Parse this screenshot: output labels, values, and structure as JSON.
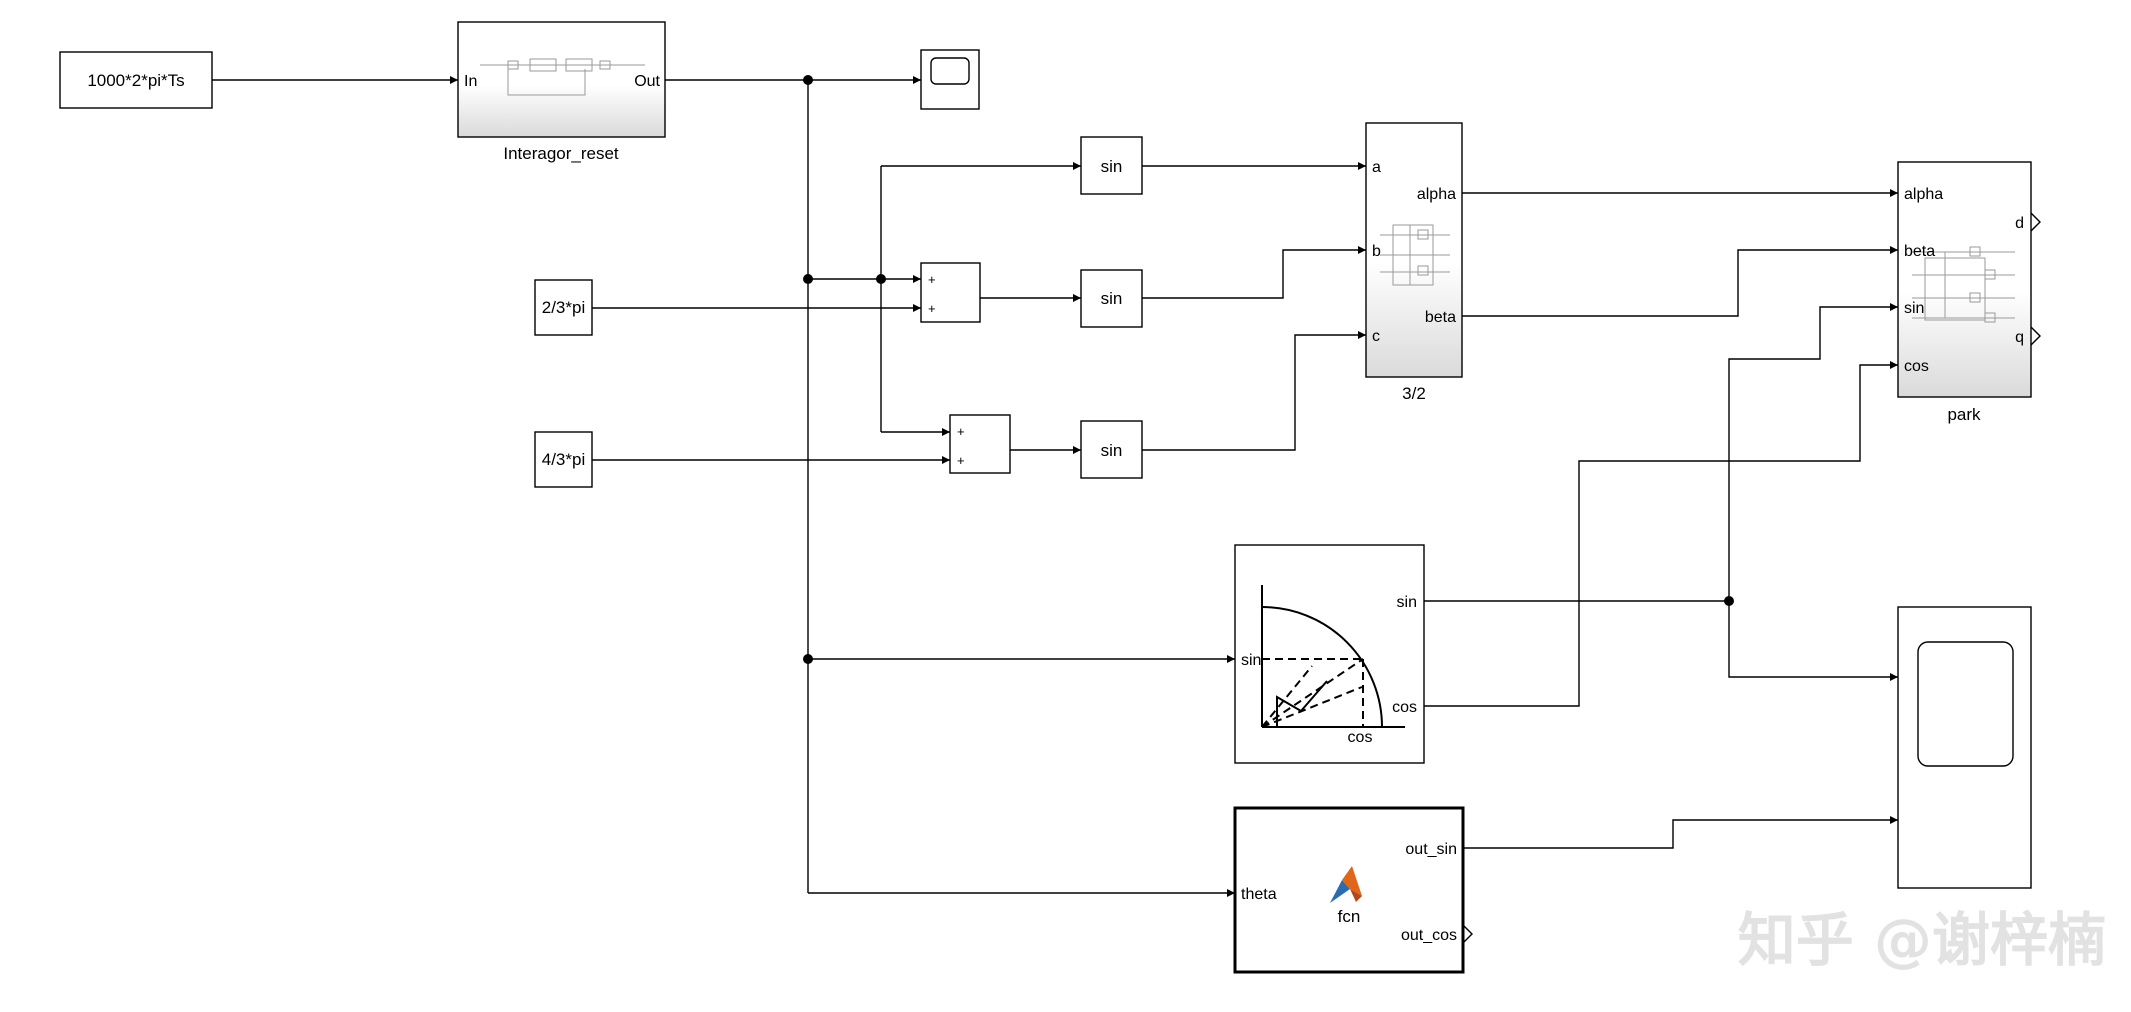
{
  "blocks": {
    "freq_const": "1000*2*pi*Ts",
    "integrator": {
      "in_port": "In",
      "out_port": "Out",
      "caption": "Interagor_reset"
    },
    "const_2_3": "2/3*pi",
    "const_4_3": "4/3*pi",
    "sum_1": {
      "p1": "+",
      "p2": "+"
    },
    "sum_2": {
      "p1": "+",
      "p2": "+"
    },
    "sin_1": "sin",
    "sin_2": "sin",
    "sin_3": "sin",
    "clarke": {
      "a": "a",
      "b": "b",
      "c": "c",
      "alpha": "alpha",
      "beta": "beta",
      "caption": "3/2"
    },
    "park": {
      "alpha": "alpha",
      "beta": "beta",
      "sin": "sin",
      "cos": "cos",
      "d": "d",
      "q": "q",
      "caption": "park"
    },
    "sincos": {
      "in_port": "sin",
      "out_sin": "sin",
      "out_cos": "cos",
      "icon_label": "cos"
    },
    "fcn": {
      "in_port": "theta",
      "label": "fcn",
      "out_sin": "out_sin",
      "out_cos": "out_cos"
    }
  },
  "watermark": "知乎 @谢梓楠"
}
